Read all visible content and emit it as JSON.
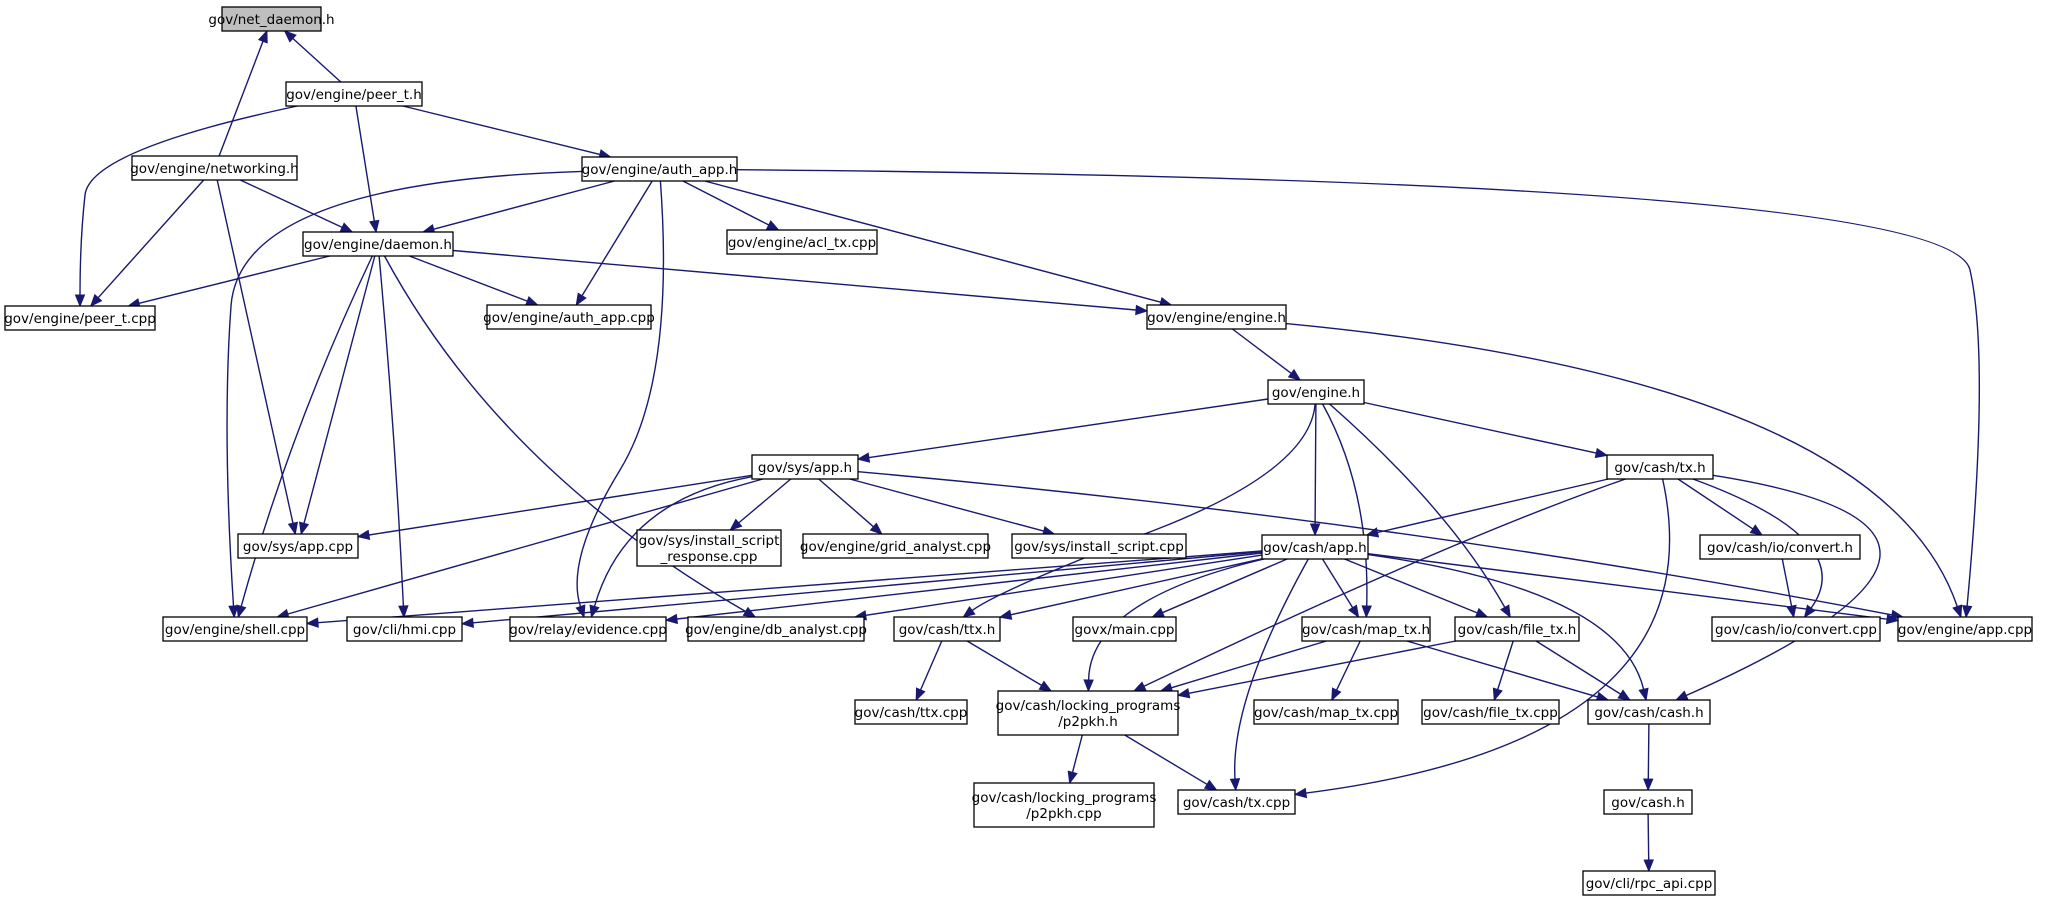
{
  "graph": {
    "colors": {
      "edge": "#191970",
      "node_border": "#000000",
      "node_fill": "#ffffff",
      "current_node_fill": "#bfbfbf"
    },
    "nodes": [
      {
        "id": "net_daemon_h",
        "lines": [
          "gov/net_daemon.h"
        ],
        "current": true
      },
      {
        "id": "peer_t_h",
        "lines": [
          "gov/engine/peer_t.h"
        ]
      },
      {
        "id": "networking_h",
        "lines": [
          "gov/engine/networking.h"
        ]
      },
      {
        "id": "auth_app_h",
        "lines": [
          "gov/engine/auth_app.h"
        ]
      },
      {
        "id": "daemon_h",
        "lines": [
          "gov/engine/daemon.h"
        ]
      },
      {
        "id": "acl_tx_cpp",
        "lines": [
          "gov/engine/acl_tx.cpp"
        ]
      },
      {
        "id": "peer_t_cpp",
        "lines": [
          "gov/engine/peer_t.cpp"
        ]
      },
      {
        "id": "auth_app_cpp",
        "lines": [
          "gov/engine/auth_app.cpp"
        ]
      },
      {
        "id": "engine_engine_h",
        "lines": [
          "gov/engine/engine.h"
        ]
      },
      {
        "id": "engine_h",
        "lines": [
          "gov/engine.h"
        ]
      },
      {
        "id": "sys_app_h",
        "lines": [
          "gov/sys/app.h"
        ]
      },
      {
        "id": "cash_tx_h",
        "lines": [
          "gov/cash/tx.h"
        ]
      },
      {
        "id": "sys_app_cpp",
        "lines": [
          "gov/sys/app.cpp"
        ]
      },
      {
        "id": "install_script_response_cpp",
        "lines": [
          "gov/sys/install_script",
          "_response.cpp"
        ]
      },
      {
        "id": "grid_analyst_cpp",
        "lines": [
          "gov/engine/grid_analyst.cpp"
        ]
      },
      {
        "id": "install_script_cpp",
        "lines": [
          "gov/sys/install_script.cpp"
        ]
      },
      {
        "id": "cash_app_h",
        "lines": [
          "gov/cash/app.h"
        ]
      },
      {
        "id": "io_convert_h",
        "lines": [
          "gov/cash/io/convert.h"
        ]
      },
      {
        "id": "shell_cpp",
        "lines": [
          "gov/engine/shell.cpp"
        ]
      },
      {
        "id": "hmi_cpp",
        "lines": [
          "gov/cli/hmi.cpp"
        ]
      },
      {
        "id": "evidence_cpp",
        "lines": [
          "gov/relay/evidence.cpp"
        ]
      },
      {
        "id": "db_analyst_cpp",
        "lines": [
          "gov/engine/db_analyst.cpp"
        ]
      },
      {
        "id": "ttx_h",
        "lines": [
          "gov/cash/ttx.h"
        ]
      },
      {
        "id": "govx_main_cpp",
        "lines": [
          "govx/main.cpp"
        ]
      },
      {
        "id": "map_tx_h",
        "lines": [
          "gov/cash/map_tx.h"
        ]
      },
      {
        "id": "file_tx_h",
        "lines": [
          "gov/cash/file_tx.h"
        ]
      },
      {
        "id": "io_convert_cpp",
        "lines": [
          "gov/cash/io/convert.cpp"
        ]
      },
      {
        "id": "engine_app_cpp",
        "lines": [
          "gov/engine/app.cpp"
        ]
      },
      {
        "id": "ttx_cpp",
        "lines": [
          "gov/cash/ttx.cpp"
        ]
      },
      {
        "id": "p2pkh_h",
        "lines": [
          "gov/cash/locking_programs",
          "/p2pkh.h"
        ]
      },
      {
        "id": "map_tx_cpp",
        "lines": [
          "gov/cash/map_tx.cpp"
        ]
      },
      {
        "id": "file_tx_cpp",
        "lines": [
          "gov/cash/file_tx.cpp"
        ]
      },
      {
        "id": "cash_cash_h",
        "lines": [
          "gov/cash/cash.h"
        ]
      },
      {
        "id": "p2pkh_cpp",
        "lines": [
          "gov/cash/locking_programs",
          "/p2pkh.cpp"
        ]
      },
      {
        "id": "cash_tx_cpp",
        "lines": [
          "gov/cash/tx.cpp"
        ]
      },
      {
        "id": "cash_h",
        "lines": [
          "gov/cash.h"
        ]
      },
      {
        "id": "rpc_api_cpp",
        "lines": [
          "gov/cli/rpc_api.cpp"
        ]
      }
    ]
  }
}
